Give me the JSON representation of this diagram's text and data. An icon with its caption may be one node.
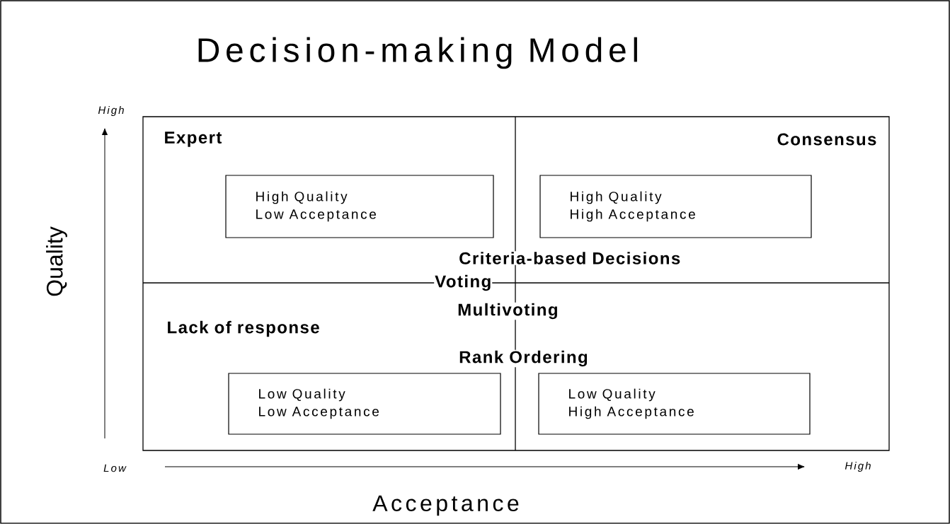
{
  "diagram": {
    "title": "Decision-making Model",
    "nodes": [
      {
        "text": [
          "High Quality",
          "Low Acceptance"
        ]
      },
      {
        "text": [
          "High Quality",
          "High Acceptance"
        ]
      },
      {
        "text": [
          "Low Quality",
          "Low Acceptance"
        ]
      },
      {
        "text": [
          "Low Quality",
          "High Acceptance"
        ]
      }
    ],
    "labels": [
      "High",
      "Expert",
      "Consensus",
      "Quality",
      "Criteria-based Decisions",
      "Voting",
      "Multivoting",
      "Lack of response",
      "Rank Ordering",
      "Low",
      "High",
      "Acceptance"
    ]
  }
}
